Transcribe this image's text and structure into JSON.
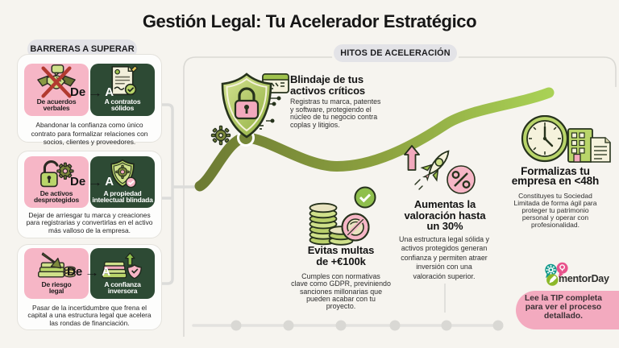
{
  "title": "Gestión Legal: Tu Acelerador Estratégico",
  "left_panel": {
    "header": "BARRERAS A SUPERAR",
    "cards": [
      {
        "from_word": "De",
        "arrow": "→",
        "to_word": "A",
        "from_label": "De acuerdos\nverbales",
        "to_label": "A contratos\nsólidos",
        "from_icon": "crossed-handshake-icon",
        "to_icon": "signed-contract-icon",
        "description": "Abandonar la confianza como único\ncontrato para formalizar relaciones con\nsocios, clientes y proveedores."
      },
      {
        "from_word": "De",
        "arrow": "→",
        "to_word": "A",
        "from_label": "De activos\ndesprotegidos",
        "to_label": "A propiedad\nintelectual blindada",
        "from_icon": "open-padlock-icon",
        "to_icon": "shield-gear-icon",
        "description": "Dejar de arriesgar tu marca y creaciones\npara registrarias y convertirlas en el activo\nmás valloso de la empresa."
      },
      {
        "from_word": "De",
        "arrow": "→",
        "to_word": "A",
        "from_label": "De riesgo\nlegal",
        "to_label": "A confianza\ninversora",
        "from_icon": "money-loss-icon",
        "to_icon": "money-growth-shield-icon",
        "description": "Pasar de la incertidumbre que frena el\ncapital a una estructura legal que acelera\nlas rondas de financiación."
      }
    ]
  },
  "right_panel": {
    "header": "HITOS DE ACELERACIÓN",
    "milestones": [
      {
        "icon": "shield-padlock-icon",
        "title": "Blindaje de tus\nactivos críticos",
        "description": "Registras tu marca, patentes\ny software, protegiendo el\nnúcleo de tu negocio contra\ncoplas y litigios."
      },
      {
        "icon": "coins-fine-icon",
        "title": "Evitas multas\nde +€100k",
        "description": "Cumples con normativas\nclave como GDPR, previniendo\nsanciones millonarias que\npueden acabar con tu\nproyecto."
      },
      {
        "icon": "rocket-percent-icon",
        "title": "Aumentas la\nvaloración hasta\nun 30%",
        "description": "Una estructura legal sólida y\nactivos protegidos generan\nconfianza y permiten atraer\ninversión con una\nvaloración superior."
      },
      {
        "icon": "clock-company-icon",
        "title": "Formalizas tu\nempresa en <48h",
        "description": "Constituyes tu Sociedad\nLimitada de forma ágil para\nproteger tu patrimonio\npersonal y operar con\nprofesionalidad."
      }
    ]
  },
  "footer": {
    "logo_text": "mentorDay",
    "cta": "Lee la TIP completa\npara ver el proceso\ndetallado."
  },
  "colors": {
    "background": "#f6f4ef",
    "card_pink": "#f6b6c6",
    "card_green": "#2d4a34",
    "road_start": "#6d7b33",
    "road_end": "#a9d155",
    "cta_pink": "#f3aabf",
    "pill_gray": "#e3e3e7"
  }
}
